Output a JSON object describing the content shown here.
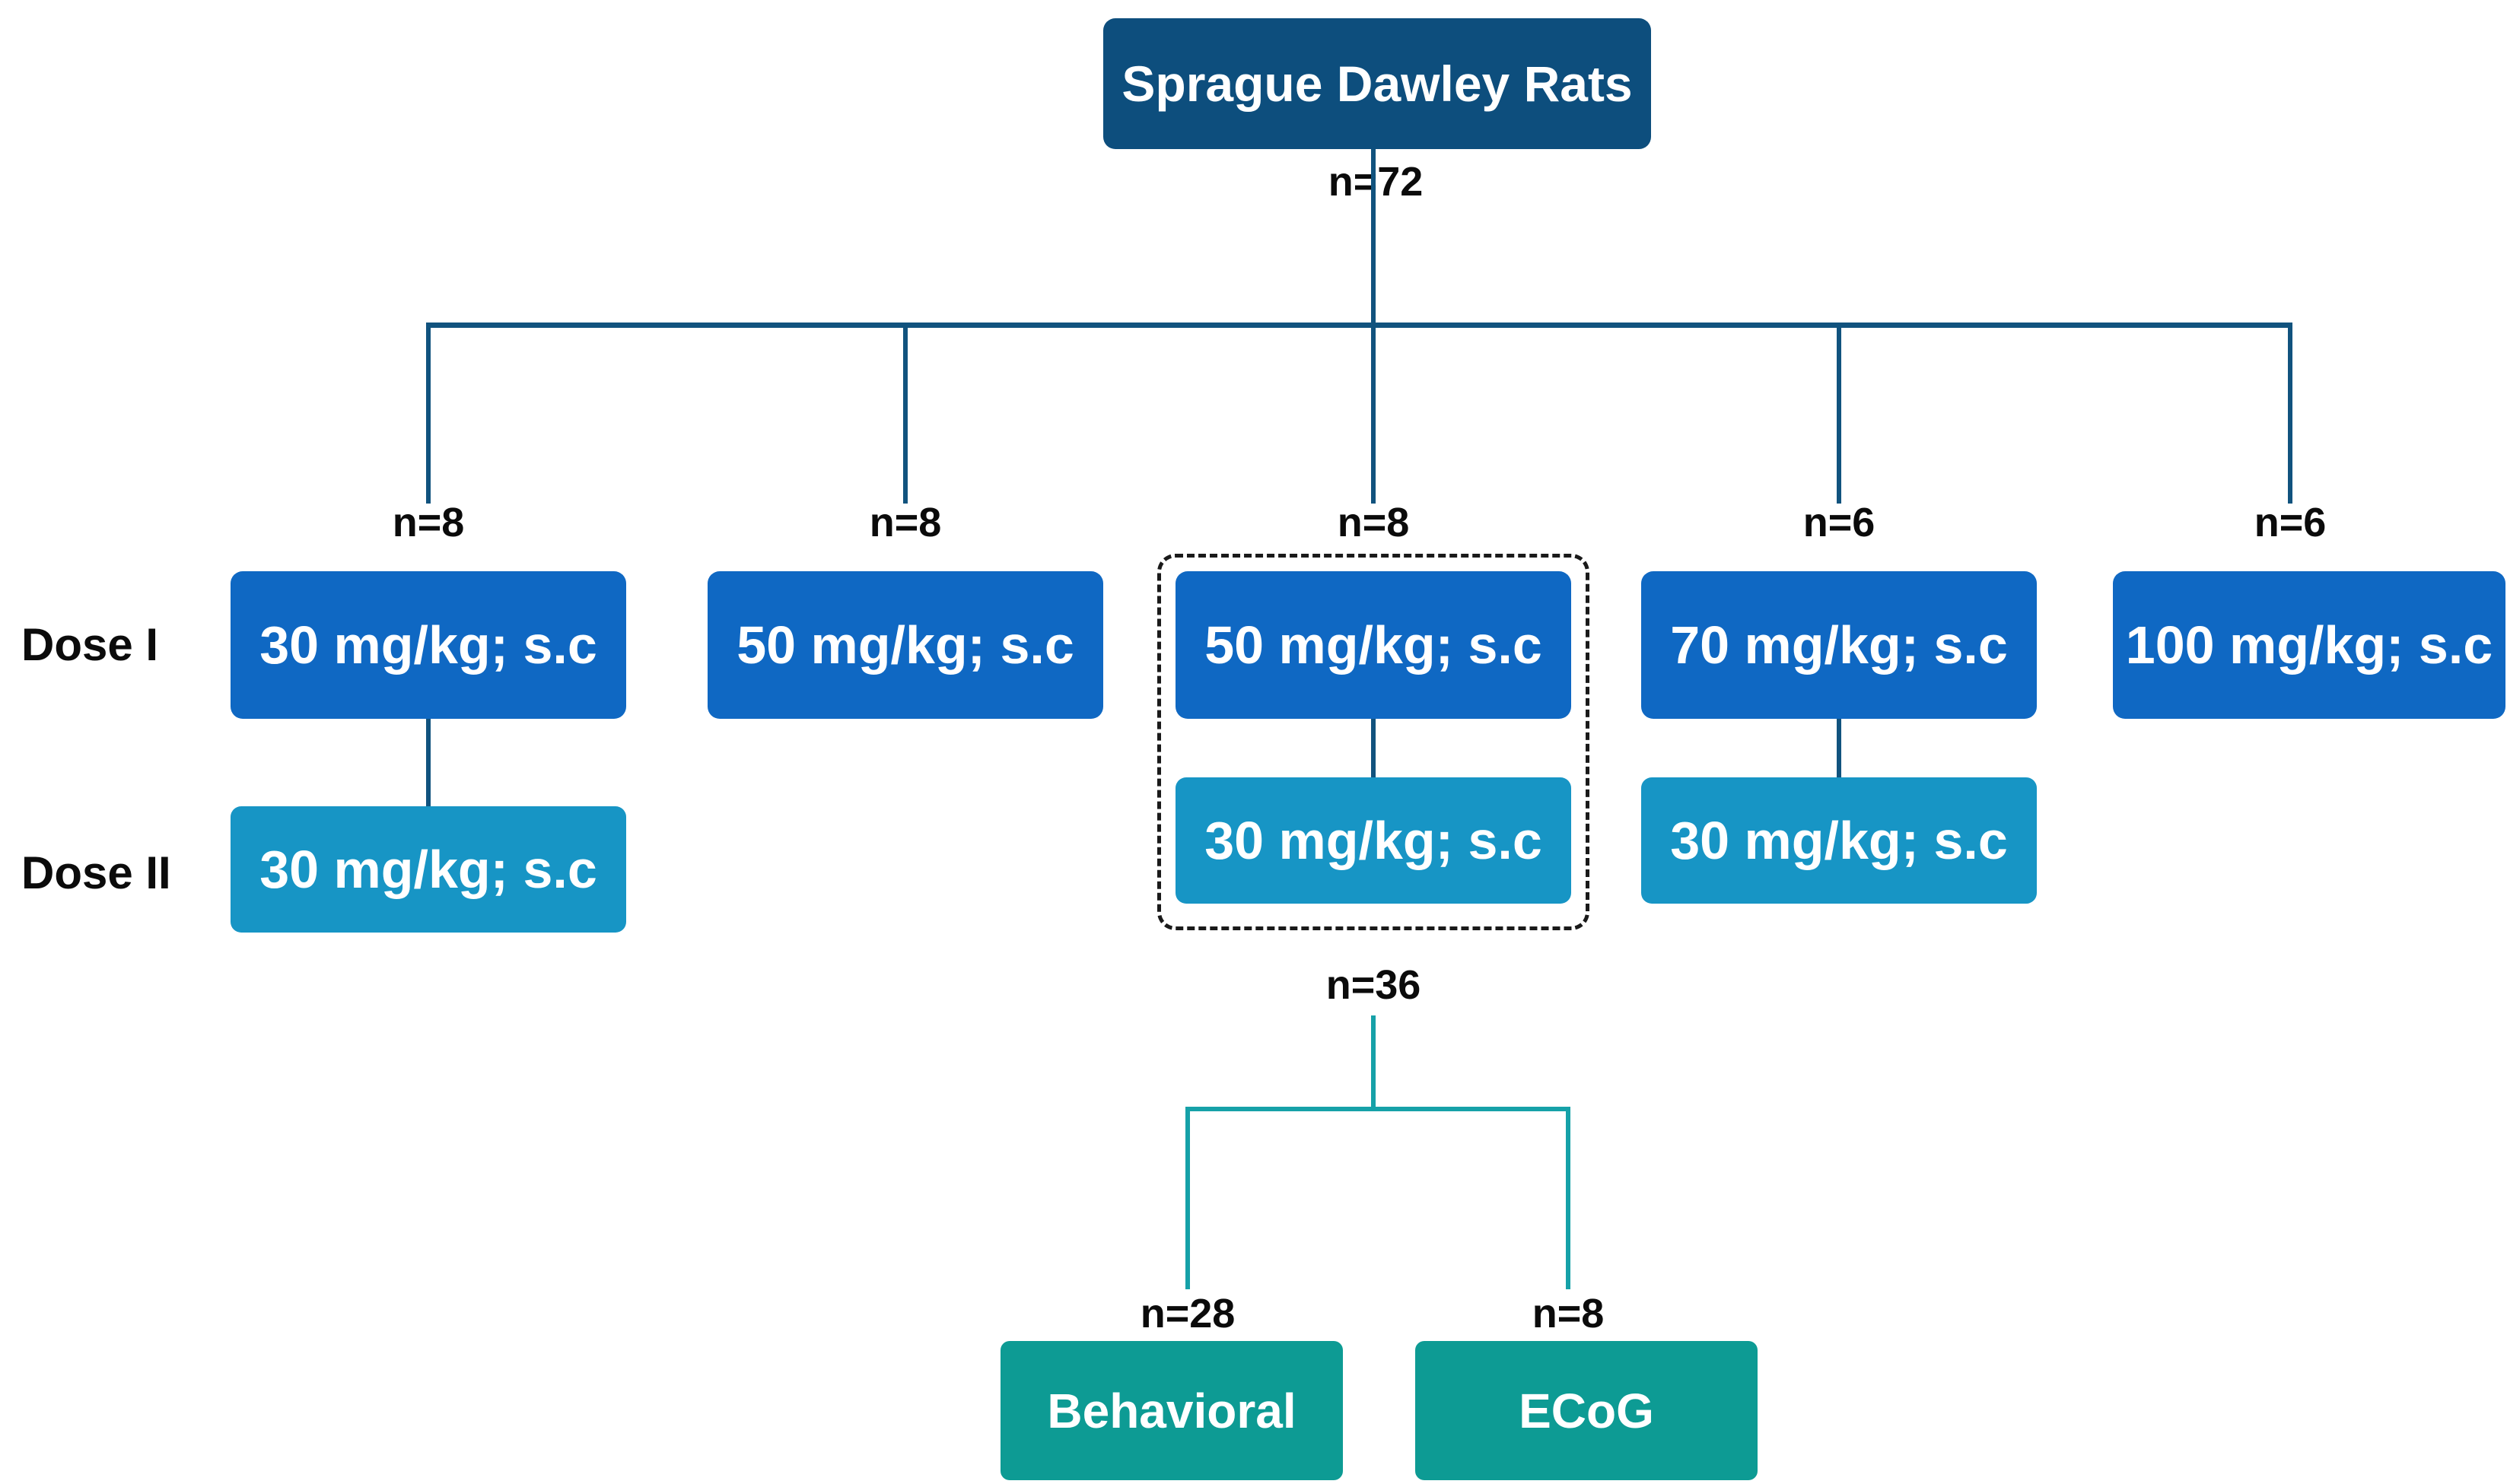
{
  "diagram": {
    "root": {
      "label": "Sprague Dawley Rats",
      "count": "n=72"
    },
    "row_labels": {
      "dose1": "Dose I",
      "dose2": "Dose II"
    },
    "groups": [
      {
        "count": "n=8",
        "dose1": "30 mg/kg; s.c",
        "dose2": "30 mg/kg; s.c",
        "highlighted": false
      },
      {
        "count": "n=8",
        "dose1": "50 mg/kg; s.c",
        "dose2": null,
        "highlighted": false
      },
      {
        "count": "n=8",
        "dose1": "50 mg/kg; s.c",
        "dose2": "30 mg/kg; s.c",
        "highlighted": true
      },
      {
        "count": "n=6",
        "dose1": "70 mg/kg; s.c",
        "dose2": "30 mg/kg; s.c",
        "highlighted": false
      },
      {
        "count": "n=6",
        "dose1": "100 mg/kg; s.c",
        "dose2": null,
        "highlighted": false
      }
    ],
    "followup": {
      "count": "n=36",
      "branches": [
        {
          "count": "n=28",
          "label": "Behavioral"
        },
        {
          "count": "n=8",
          "label": "ECoG"
        }
      ]
    },
    "colors": {
      "root_box": "#0D4E7D",
      "dose1_box": "#0F68C3",
      "dose2_box": "#1795C5",
      "outcome_box": "#0D9B94",
      "tree_line": "#11537E",
      "followup_line": "#16A1A8",
      "highlight_border": "#1A1A1A",
      "label_text": "#0B0B0B"
    }
  }
}
